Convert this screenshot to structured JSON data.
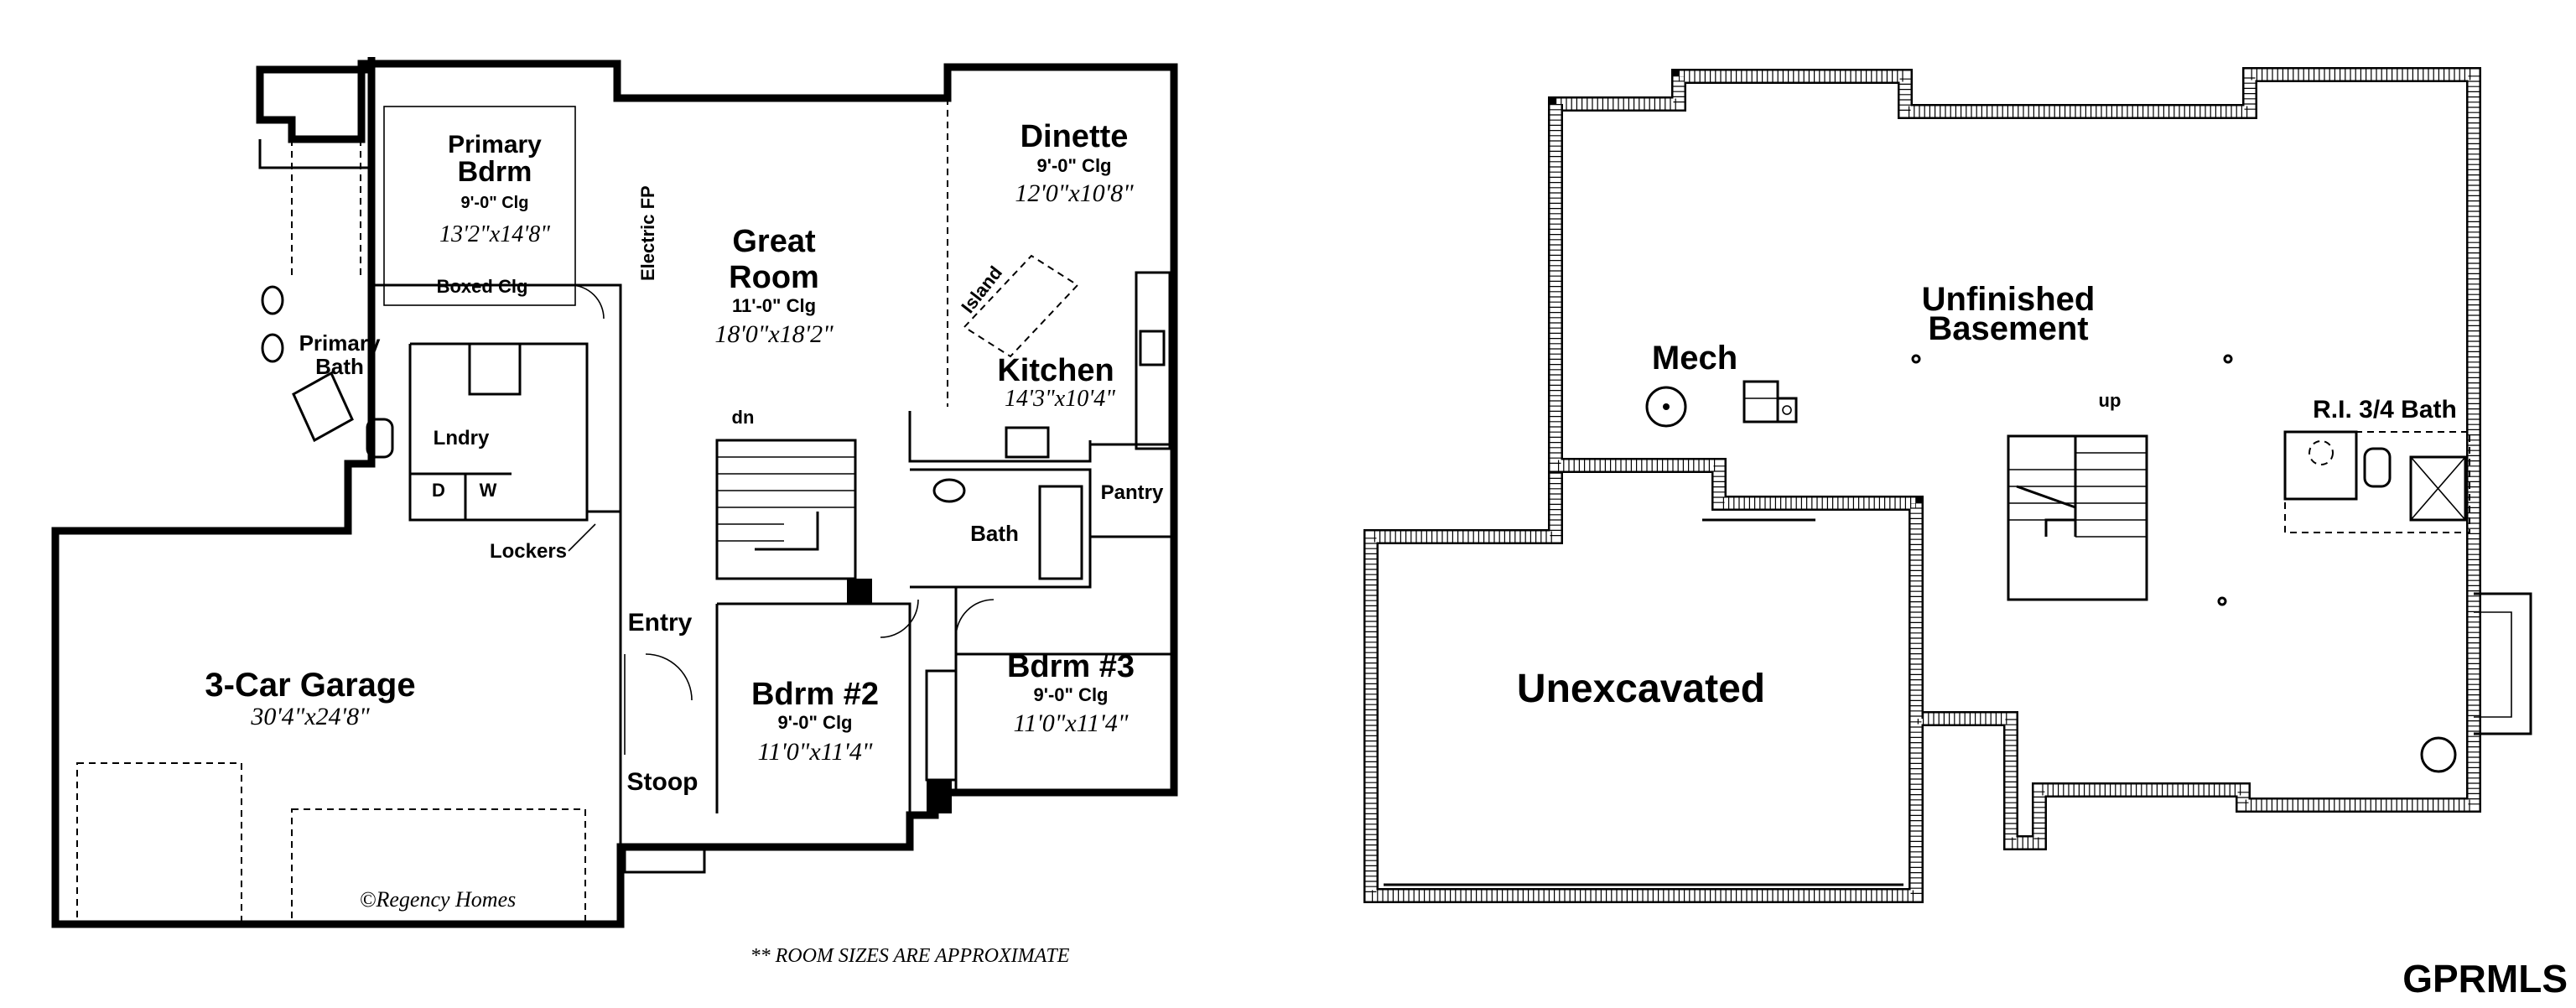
{
  "main_floor": {
    "rooms": {
      "primary_bdrm": {
        "name_line1": "Primary",
        "name_line2": "Bdrm",
        "ceiling": "9'-0\" Clg",
        "size": "13'2\"x14'8\"",
        "note": "Boxed Clg"
      },
      "primary_bath": {
        "name_line1": "Primary",
        "name_line2": "Bath"
      },
      "great_room": {
        "name_line1": "Great",
        "name_line2": "Room",
        "ceiling": "11'-0\" Clg",
        "size": "18'0\"x18'2\""
      },
      "electric_fp": "Electric FP",
      "dinette": {
        "name": "Dinette",
        "ceiling": "9'-0\" Clg",
        "size": "12'0\"x10'8\""
      },
      "island": "Island",
      "kitchen": {
        "name": "Kitchen",
        "size": "14'3\"x10'4\""
      },
      "pantry": "Pantry",
      "bath": "Bath",
      "laundry": "Lndry",
      "dryer": "D",
      "washer": "W",
      "lockers": "Lockers",
      "stair_down": "dn",
      "entry": "Entry",
      "stoop": "Stoop",
      "garage": {
        "name": "3-Car Garage",
        "size": "30'4\"x24'8\""
      },
      "bdrm2": {
        "name": "Bdrm #2",
        "ceiling": "9'-0\" Clg",
        "size": "11'0\"x11'4\""
      },
      "bdrm3": {
        "name": "Bdrm #3",
        "ceiling": "9'-0\" Clg",
        "size": "11'0\"x11'4\""
      }
    },
    "copyright": "©Regency Homes",
    "disclaimer": "** ROOM SIZES ARE APPROXIMATE"
  },
  "basement": {
    "unfinished_line1": "Unfinished",
    "unfinished_line2": "Basement",
    "mech": "Mech",
    "stair_up": "up",
    "ri_bath": "R.I. 3/4 Bath",
    "unexcavated": "Unexcavated"
  },
  "watermark": "GPRMLS"
}
